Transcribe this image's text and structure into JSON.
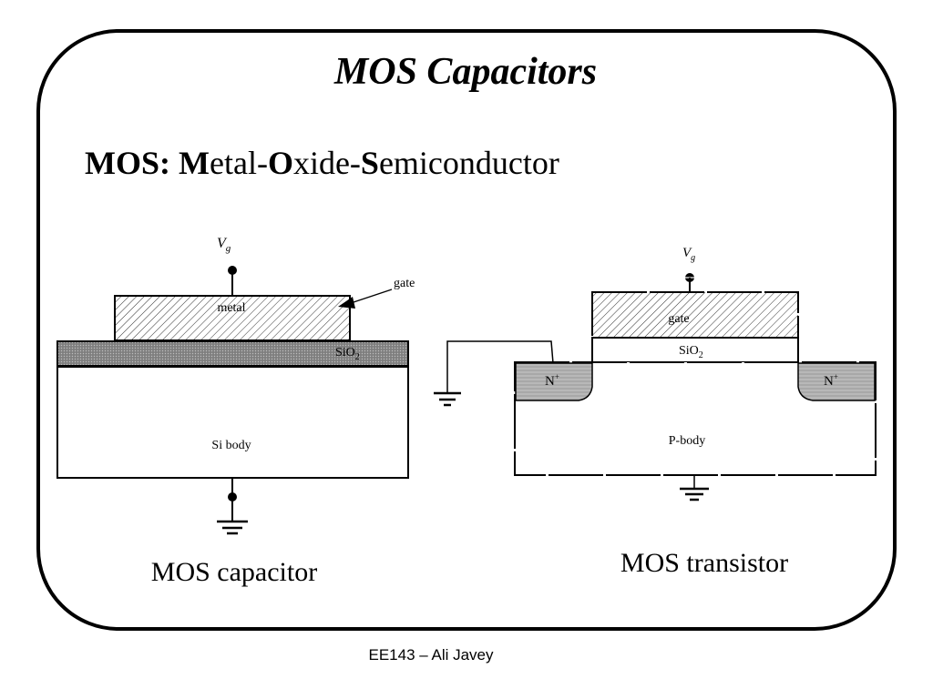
{
  "slide": {
    "title": "MOS Capacitors",
    "heading_bold": "MOS:",
    "heading_parts": [
      {
        "text": "M",
        "bold": true
      },
      {
        "text": "etal-",
        "bold": false
      },
      {
        "text": "O",
        "bold": true
      },
      {
        "text": "xide-",
        "bold": false
      },
      {
        "text": "S",
        "bold": true
      },
      {
        "text": "emiconductor",
        "bold": false
      }
    ],
    "footer": "EE143 – Ali Javey"
  },
  "capacitor": {
    "vg_main": "V",
    "vg_sub": "g",
    "gate_label": "gate",
    "metal_label": "metal",
    "oxide_main": "SiO",
    "oxide_sub": "2",
    "body_label": "Si body",
    "caption": "MOS capacitor"
  },
  "transistor": {
    "vg_main": "V",
    "vg_sub": "g",
    "gate_label": "gate",
    "oxide_main": "SiO",
    "oxide_sub": "2",
    "source_main": "N",
    "source_sup": "+",
    "drain_main": "N",
    "drain_sup": "+",
    "body_label": "P-body",
    "caption": "MOS transistor"
  }
}
